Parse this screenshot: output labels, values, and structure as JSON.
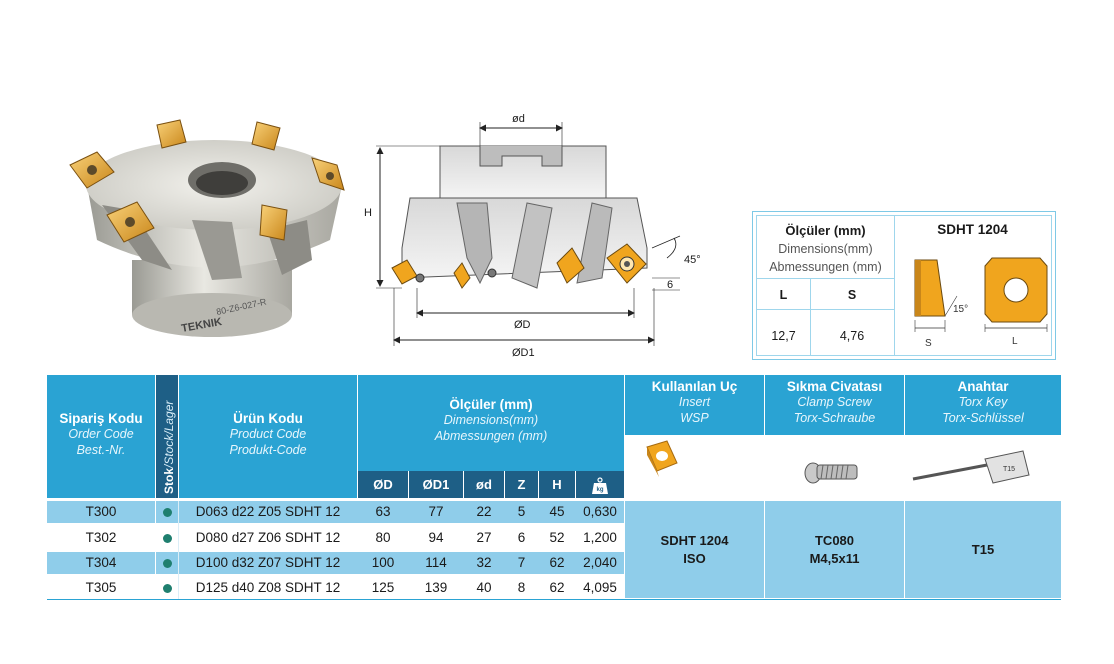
{
  "brand": "TEKNIK",
  "tool_marking": "80-Z6-027-R",
  "drawing": {
    "labels": {
      "d": "ød",
      "H": "H",
      "D": "ØD",
      "D1": "ØD1",
      "angle": "45°",
      "height": "6"
    }
  },
  "specbox": {
    "title_tr": "Ölçüler (mm)",
    "title_en": "Dimensions(mm)",
    "title_de": "Abmessungen (mm)",
    "insert_name": "SDHT 1204",
    "col_L": "L",
    "col_S": "S",
    "val_L": "12,7",
    "val_S": "4,76",
    "angle": "15°",
    "dim_S": "S",
    "dim_L": "L"
  },
  "table": {
    "headers": {
      "order_tr": "Sipariş Kodu",
      "order_en": "Order Code",
      "order_de": "Best.-Nr.",
      "stock_tr": "Stok",
      "stock_rest": "/Stock/Lager",
      "product_tr": "Ürün Kodu",
      "product_en": "Product Code",
      "product_de": "Produkt-Code",
      "dims_tr": "Ölçüler (mm)",
      "dims_en": "Dimensions(mm)",
      "dims_de": "Abmessungen (mm)",
      "insert_tr": "Kullanılan Uç",
      "insert_en": "Insert",
      "insert_de": "WSP",
      "screw_tr": "Sıkma Civatası",
      "screw_en": "Clamp Screw",
      "screw_de": "Torx-Schraube",
      "key_tr": "Anahtar",
      "key_en": "Torx Key",
      "key_de": "Torx-Schlüssel"
    },
    "subheaders": {
      "D": "ØD",
      "D1": "ØD1",
      "d": "ød",
      "Z": "Z",
      "H": "H",
      "weight_icon": "kg"
    },
    "rows": [
      {
        "order": "T300",
        "product": "D063 d22 Z05 SDHT 12",
        "D": "63",
        "D1": "77",
        "d": "22",
        "Z": "5",
        "H": "45",
        "w": "0,630"
      },
      {
        "order": "T302",
        "product": "D080 d27 Z06 SDHT 12",
        "D": "80",
        "D1": "94",
        "d": "27",
        "Z": "6",
        "H": "52",
        "w": "1,200"
      },
      {
        "order": "T304",
        "product": "D100 d32 Z07 SDHT 12",
        "D": "100",
        "D1": "114",
        "d": "32",
        "Z": "7",
        "H": "62",
        "w": "2,040"
      },
      {
        "order": "T305",
        "product": "D125 d40 Z08 SDHT 12",
        "D": "125",
        "D1": "139",
        "d": "40",
        "Z": "8",
        "H": "62",
        "w": "4,095"
      }
    ],
    "insert_value_1": "SDHT 1204",
    "insert_value_2": "ISO",
    "screw_value_1": "TC080",
    "screw_value_2": "M4,5x11",
    "key_value": "T15",
    "key_image_label": "T15"
  },
  "colors": {
    "header_blue": "#2aa3d3",
    "subheader_navy": "#1e5f86",
    "row_blue": "#8fcdea",
    "insert_gold": "#f0a51e",
    "stock_dot": "#1f7f6f"
  }
}
